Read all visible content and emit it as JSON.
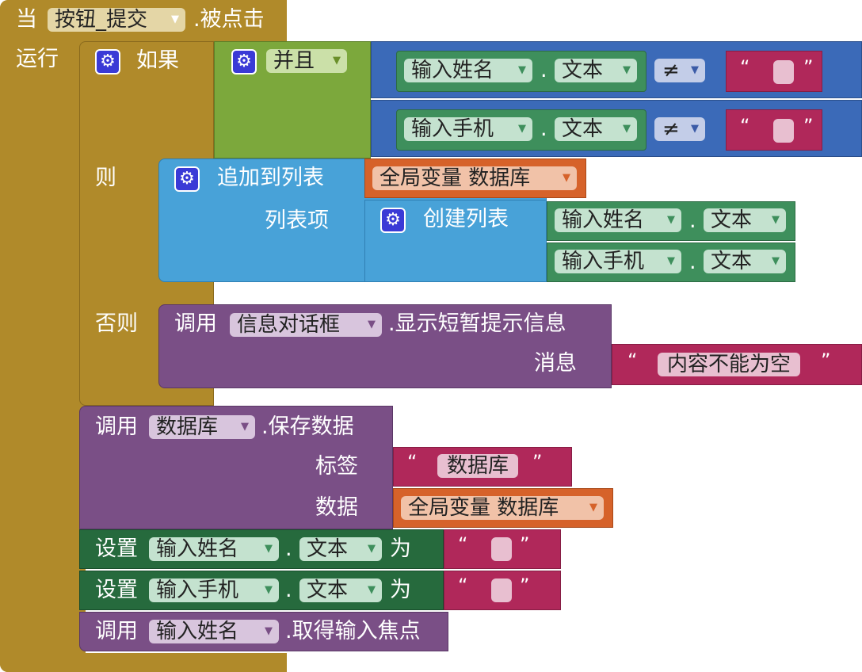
{
  "event": {
    "when_label": "当",
    "component": "按钮_提交",
    "event_name": ".被点击",
    "do_label": "运行"
  },
  "if_block": {
    "if_label": "如果",
    "and_label": "并且",
    "then_label": "则",
    "else_label": "否则"
  },
  "cond1": {
    "component": "输入姓名",
    "dot": ".",
    "property": "文本",
    "op": "≠",
    "quote_open": "“",
    "quote_close": "”"
  },
  "cond2": {
    "component": "输入手机",
    "dot": ".",
    "property": "文本",
    "op": "≠",
    "quote_open": "“",
    "quote_close": "”"
  },
  "add_to_list": {
    "label": "追加到列表",
    "list_var": "全局变量 数据库",
    "item_label": "列表项",
    "make_list_label": "创建列表",
    "item1_component": "输入姓名",
    "item1_dot": ".",
    "item1_property": "文本",
    "item2_component": "输入手机",
    "item2_dot": ".",
    "item2_property": "文本"
  },
  "alert": {
    "call_label": "调用",
    "component": "信息对话框",
    "method": ".显示短暂提示信息",
    "message_label": "消息",
    "quote_open": "“",
    "message": "内容不能为空",
    "quote_close": "”"
  },
  "store": {
    "call_label": "调用",
    "component": "数据库",
    "method": ".保存数据",
    "tag_label": "标签",
    "quote_open": "“",
    "tag_value": "数据库",
    "quote_close": "”",
    "value_label": "数据",
    "value_var": "全局变量 数据库"
  },
  "set1": {
    "set_label": "设置",
    "component": "输入姓名",
    "dot": ".",
    "property": "文本",
    "to_label": "为",
    "quote_open": "“",
    "quote_close": "”"
  },
  "set2": {
    "set_label": "设置",
    "component": "输入手机",
    "dot": ".",
    "property": "文本",
    "to_label": "为",
    "quote_open": "“",
    "quote_close": "”"
  },
  "focus": {
    "call_label": "调用",
    "component": "输入姓名",
    "method": ".取得输入焦点"
  },
  "colors": {
    "event": "#b08a2a",
    "control": "#7ca83c",
    "logic": "#3b6ab8",
    "component_get": "#3e8f5c",
    "component_set": "#266a3d",
    "text": "#b0285a",
    "list": "#48a2d8",
    "variable": "#d6622a",
    "method": "#7a4f86"
  }
}
